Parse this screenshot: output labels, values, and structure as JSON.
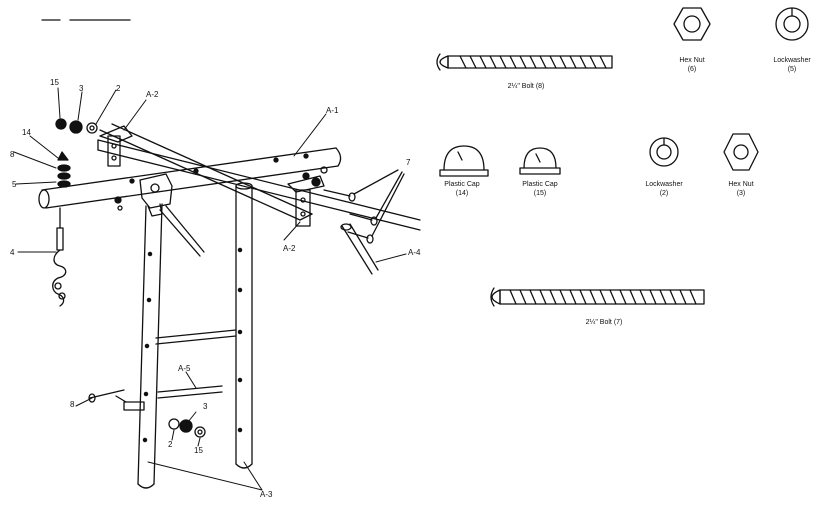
{
  "callouts": {
    "a1": "A-1",
    "a2_top": "A-2",
    "a2_mid": "A-2",
    "a3": "A-3",
    "a4": "A-4",
    "a5": "A-5",
    "n15_top": "15",
    "n3_top": "3",
    "n2_top": "2",
    "n14": "14",
    "n8_top": "8",
    "n5": "5",
    "n7": "7",
    "n4": "4",
    "n8_low": "8",
    "n3_low": "3",
    "n2_low": "2",
    "n15_low": "15"
  },
  "parts": {
    "bolt_top": {
      "name": "2¼\" Bolt",
      "qty": "(8)"
    },
    "hex_nut_top": {
      "name": "Hex Nut",
      "qty": "(6)"
    },
    "lockwasher_top": {
      "name": "Lockwasher",
      "qty": "(5)"
    },
    "plastic_cap_14": {
      "name": "Plastic Cap",
      "qty": "(14)"
    },
    "plastic_cap_15": {
      "name": "Plastic Cap",
      "qty": "(15)"
    },
    "lockwasher_mid": {
      "name": "Lockwasher",
      "qty": "(2)"
    },
    "hex_nut_mid": {
      "name": "Hex Nut",
      "qty": "(3)"
    },
    "bolt_long": {
      "name": "2¼\" Bolt",
      "qty": "(7)"
    }
  }
}
